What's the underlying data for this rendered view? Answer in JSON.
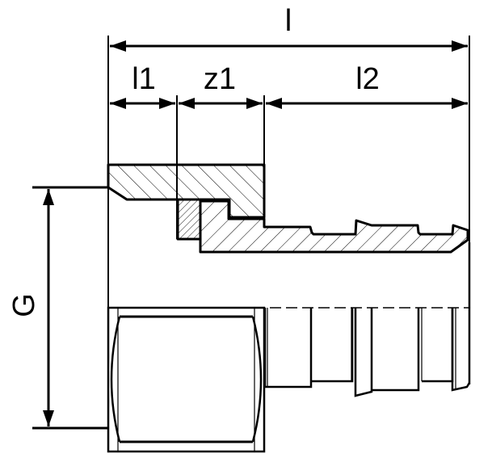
{
  "drawing": {
    "dimensions": {
      "overall_length": "l",
      "socket_length": "l1",
      "offset": "z1",
      "insert_length": "l2",
      "thread": "G"
    },
    "colors": {
      "line": "#000000",
      "background": "#ffffff"
    }
  }
}
